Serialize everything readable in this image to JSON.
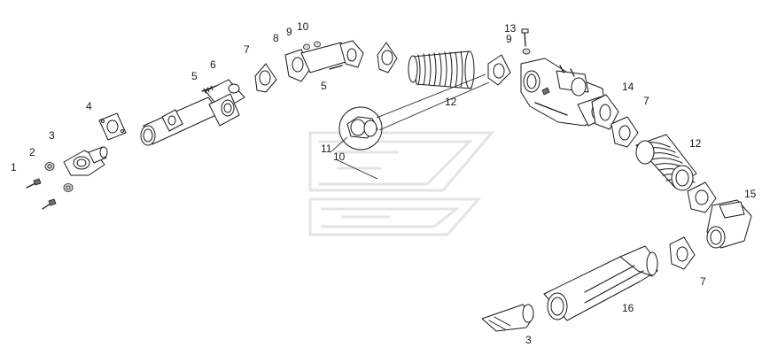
{
  "callouts": {
    "c1": "1",
    "c2": "2",
    "c3a": "3",
    "c4": "4",
    "c5a": "5",
    "c6": "6",
    "c7a": "7",
    "c8": "8",
    "c9a": "9",
    "c10a": "10",
    "c5b": "5",
    "c12a": "12",
    "c11": "11",
    "c10b": "10",
    "c13": "13",
    "c9b": "9",
    "c14": "14",
    "c7b": "7",
    "c12b": "12",
    "c15": "15",
    "c7c": "7",
    "c16": "16",
    "c3b": "3"
  }
}
